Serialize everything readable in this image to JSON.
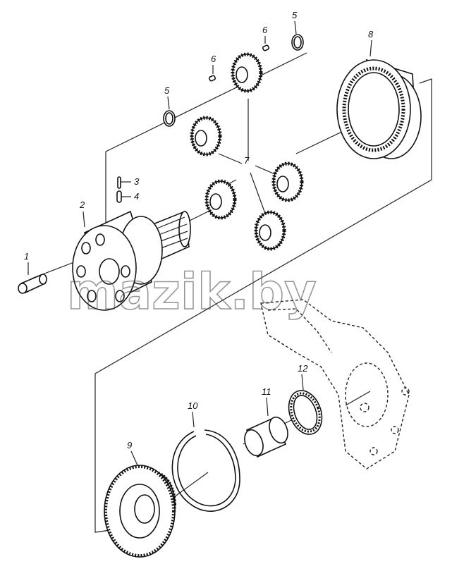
{
  "callouts": [
    "1",
    "2",
    "3",
    "4",
    "5",
    "5",
    "6",
    "6",
    "7",
    "8",
    "9",
    "10",
    "11",
    "12"
  ],
  "watermark": "mazik.by"
}
